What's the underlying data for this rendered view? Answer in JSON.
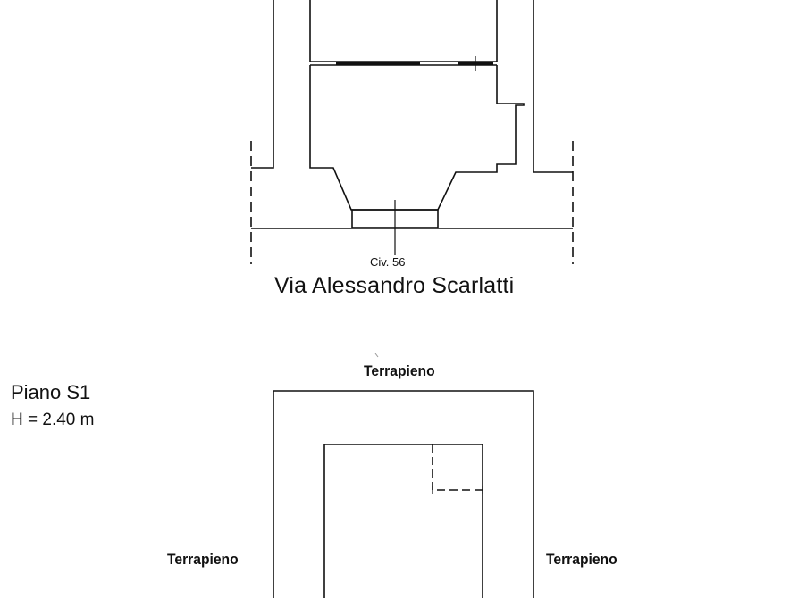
{
  "plan": {
    "civic_number": "Civ. 56",
    "street_name": "Via Alessandro Scarlatti",
    "floor_label": "Piano S1",
    "floor_height": "H =  2.40 m",
    "surround_top": "Terrapieno",
    "surround_left": "Terrapieno",
    "surround_right": "Terrapieno"
  },
  "colors": {
    "line": "#111111",
    "background": "#ffffff"
  }
}
